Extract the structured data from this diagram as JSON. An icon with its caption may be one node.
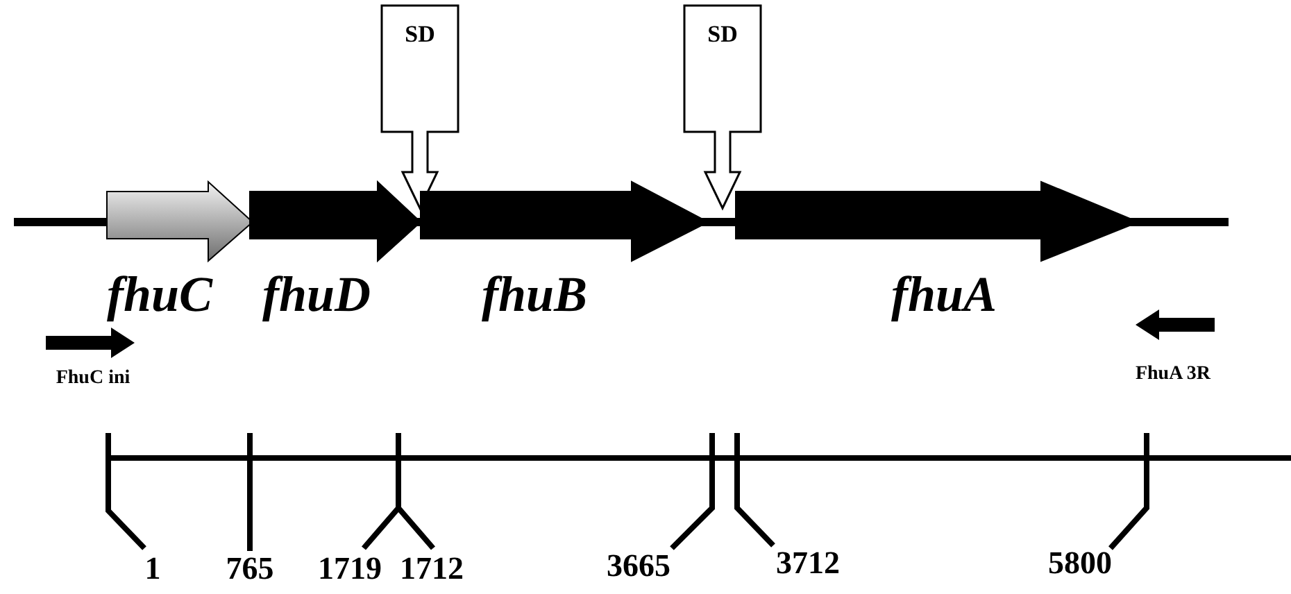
{
  "diagram": {
    "nodes": [
      {
        "text": [
          "SD"
        ]
      },
      {
        "text": [
          "SD"
        ]
      },
      {
        "text": [
          "fhuC"
        ]
      },
      {
        "text": [
          "fhuD"
        ]
      },
      {
        "text": [
          "fhuB"
        ]
      },
      {
        "text": [
          "fhuA"
        ]
      },
      {
        "text": [
          "FhuC ini"
        ]
      },
      {
        "text": [
          "FhuA 3R"
        ]
      }
    ],
    "labels": [
      "1",
      "765",
      "1719",
      "1712",
      "3665",
      "3712",
      "5800"
    ]
  }
}
